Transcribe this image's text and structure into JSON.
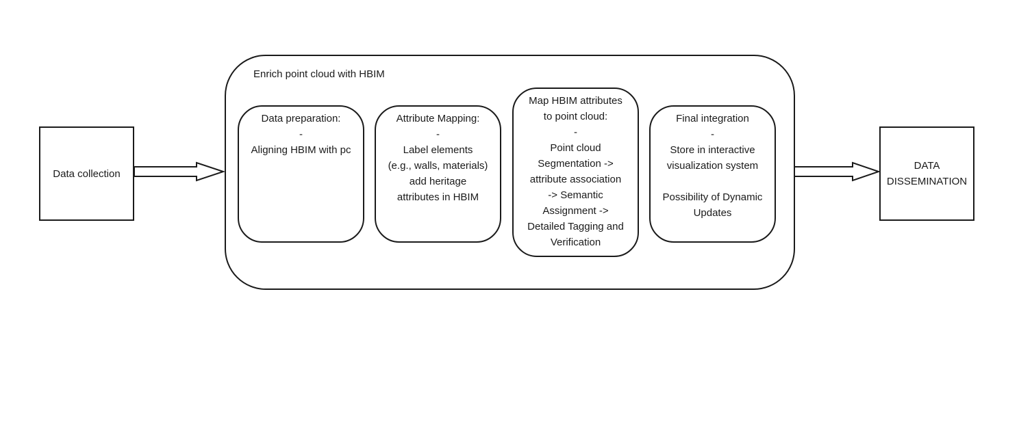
{
  "nodes": {
    "data_collection": {
      "label": "Data collection"
    },
    "data_dissemination": {
      "lines": [
        "DATA",
        "DISSEMINATION"
      ]
    },
    "enrich": {
      "title": "Enrich point cloud with HBIM"
    },
    "steps": [
      {
        "lines": [
          "Data preparation:",
          "-",
          "Aligning HBIM with pc"
        ]
      },
      {
        "lines": [
          "Attribute Mapping:",
          "-",
          "Label elements",
          "(e.g., walls, materials)",
          "add heritage",
          "attributes in HBIM"
        ]
      },
      {
        "lines": [
          "Map HBIM attributes",
          "to point cloud:",
          "-",
          "Point cloud",
          "Segmentation ->",
          "attribute association",
          "->  Semantic",
          "Assignment ->",
          "Detailed Tagging and",
          "Verification"
        ]
      },
      {
        "lines": [
          "Final integration",
          "-",
          "Store in interactive",
          "visualization system",
          "",
          "Possibility of Dynamic",
          "Updates"
        ]
      }
    ]
  },
  "colors": {
    "stroke": "#1a1a1a",
    "background": "#ffffff"
  }
}
